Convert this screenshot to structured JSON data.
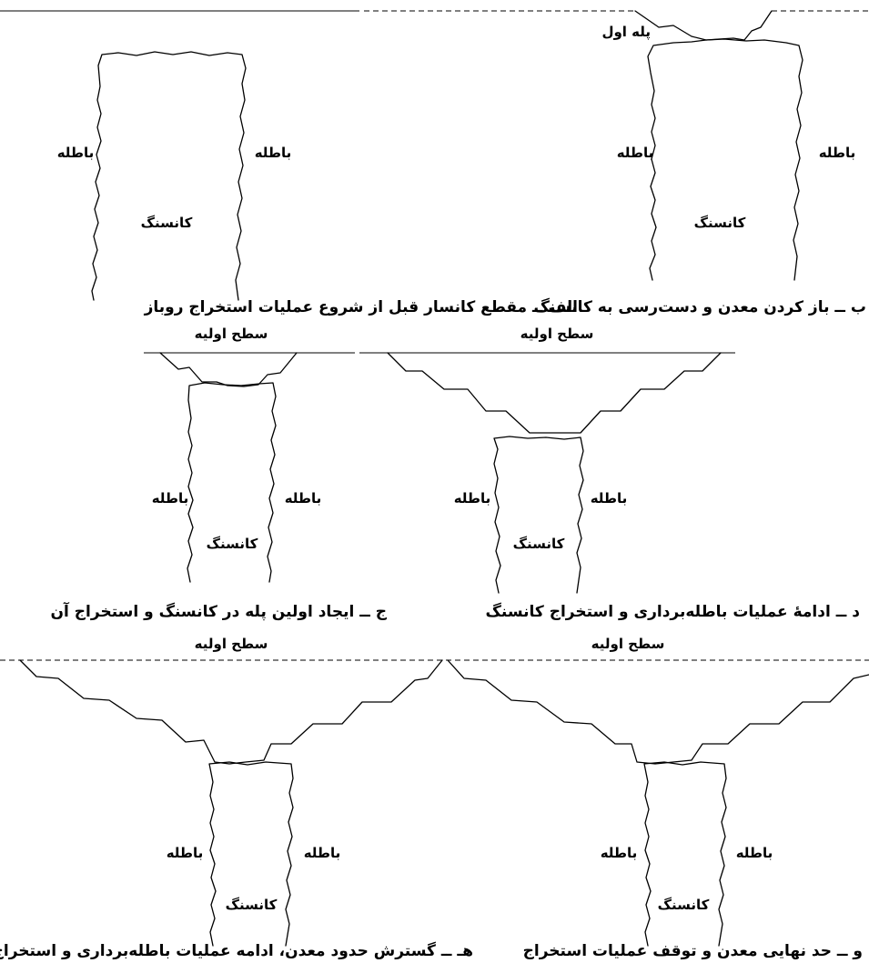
{
  "labels": {
    "waste": "باطله",
    "ore": "کانسنگ",
    "initial_surface": "سطح اولیه",
    "first_bench": "پله اول"
  },
  "captions": {
    "a": "الف ــ مقطع کانسار قبل از شروع عملیات استخراج روباز",
    "b": "ب ــ باز کردن معدن و دست‌رسی به کانسنگ",
    "c": "ج ــ ایجاد اولین پله در کانسنگ و استخراج آن",
    "d": "د ــ ادامهٔ عملیات باطله‌برداری و استخراج کانسنگ",
    "e": "هـ ــ گسترش حدود معدن، ادامه عملیات باطله‌برداری و استخراج",
    "f": "و ــ حد نهایی معدن و توقف عملیات استخراج"
  },
  "colors": {
    "line": "#000000",
    "background": "#ffffff"
  }
}
